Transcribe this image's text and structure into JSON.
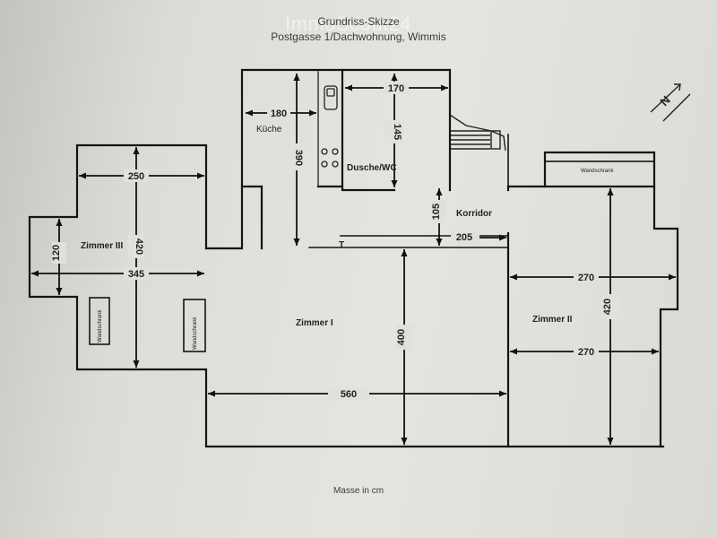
{
  "watermark": "ImmoScout24",
  "title": {
    "line1": "Grundriss-Skizze",
    "line2": "Postgasse 1/Dachwohnung, Wimmis"
  },
  "footer": "Masse in cm",
  "rooms": {
    "kueche": "Küche",
    "dusche": "Dusche/WC",
    "korridor": "Korridor",
    "zimmer1": "Zimmer I",
    "zimmer2": "Zimmer II",
    "zimmer3": "Zimmer III",
    "wandschrank_right": "Wandschrank",
    "wandschrank_left1": "Wandschrank",
    "wandschrank_left2": "Wandschrank"
  },
  "dimensions": {
    "kueche_width": "180",
    "kueche_depth": "390",
    "dusche_width": "170",
    "dusche_depth": "145",
    "korridor_depth": "105",
    "korridor_width": "205",
    "zimmer3_width": "250",
    "zimmer3_depth": "420",
    "zimmer3_small": "120",
    "zimmer3_total": "345",
    "zimmer1_width": "560",
    "zimmer1_depth": "400",
    "zimmer2_top": "270",
    "zimmer2_bottom": "270",
    "zimmer2_depth": "420"
  },
  "compass": "N"
}
